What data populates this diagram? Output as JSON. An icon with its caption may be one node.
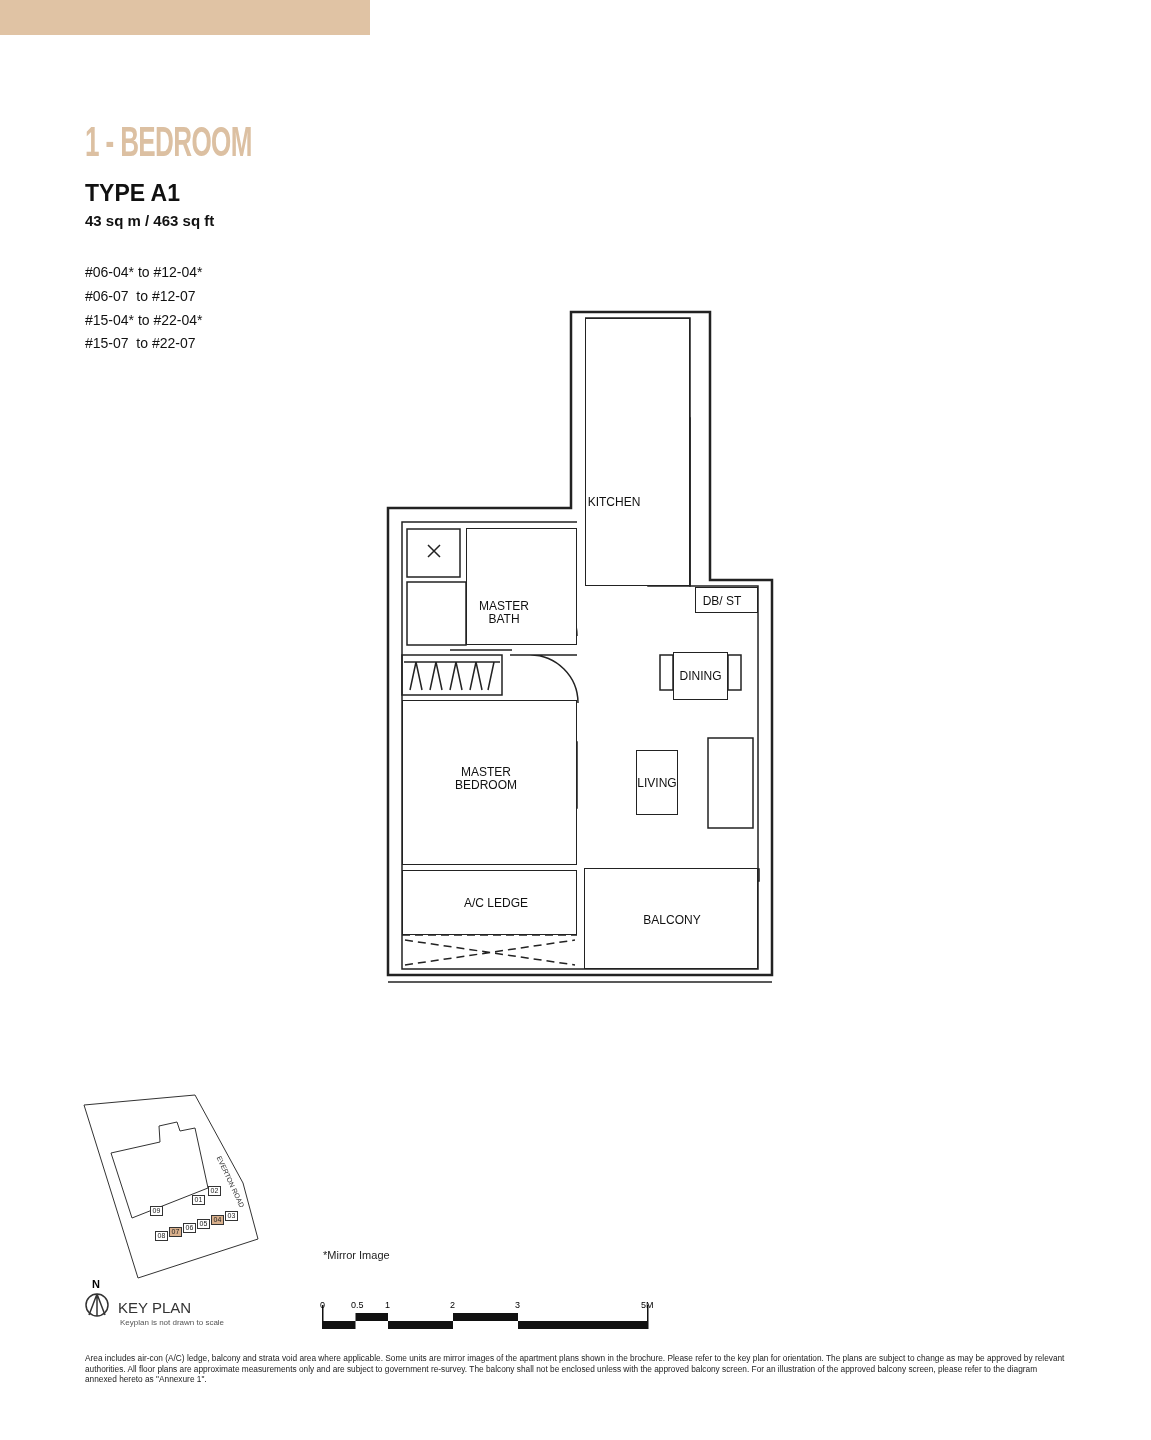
{
  "diagram": {
    "title": "1 - BEDROOM",
    "nodes": [
      {
        "text": [
          "KITCHEN"
        ]
      },
      {
        "text": [
          "MASTER BATH"
        ]
      },
      {
        "text": [
          "DB/ ST"
        ]
      },
      {
        "text": [
          "DINING"
        ]
      },
      {
        "text": [
          "MASTER BEDROOM"
        ]
      },
      {
        "text": [
          "LIVING"
        ]
      },
      {
        "text": [
          "A/C LEDGE"
        ]
      },
      {
        "text": [
          "BALCONY"
        ]
      },
      {
        "text": [
          "02"
        ]
      },
      {
        "text": [
          "01"
        ]
      },
      {
        "text": [
          "09"
        ]
      },
      {
        "text": [
          "03"
        ]
      },
      {
        "text": [
          "04"
        ]
      },
      {
        "text": [
          "05"
        ]
      },
      {
        "text": [
          "06"
        ]
      },
      {
        "text": [
          "07"
        ]
      },
      {
        "text": [
          "08"
        ]
      }
    ],
    "labels": [
      "TYPE A1",
      "43 sq m / 463 sq ft",
      "#06-04* to #12-04*",
      "#06-07  to #12-07",
      "#15-04* to #22-04*",
      "#15-07  to #22-07",
      "EVERTON ROAD",
      "*Mirror Image",
      "0",
      "0.5",
      "1",
      "2",
      "3",
      "5M",
      "N",
      "KEY PLAN",
      "Keyplan is not drawn to scale",
      "Area includes air-con (A/C) ledge, balcony and strata void area where applicable. Some units are mirror images of the apartment plans shown in the brochure. Please refer to the key plan for orientation. The plans are subject to change as may be approved by relevant authorities. All floor plans are approximate measurements only and are subject to government re-survey. The balcony shall not be enclosed unless with the approved balcony screen. For an illustration of the approved balcony screen, please refer to the diagram annexed hereto as \"Annexure 1\"."
    ]
  }
}
